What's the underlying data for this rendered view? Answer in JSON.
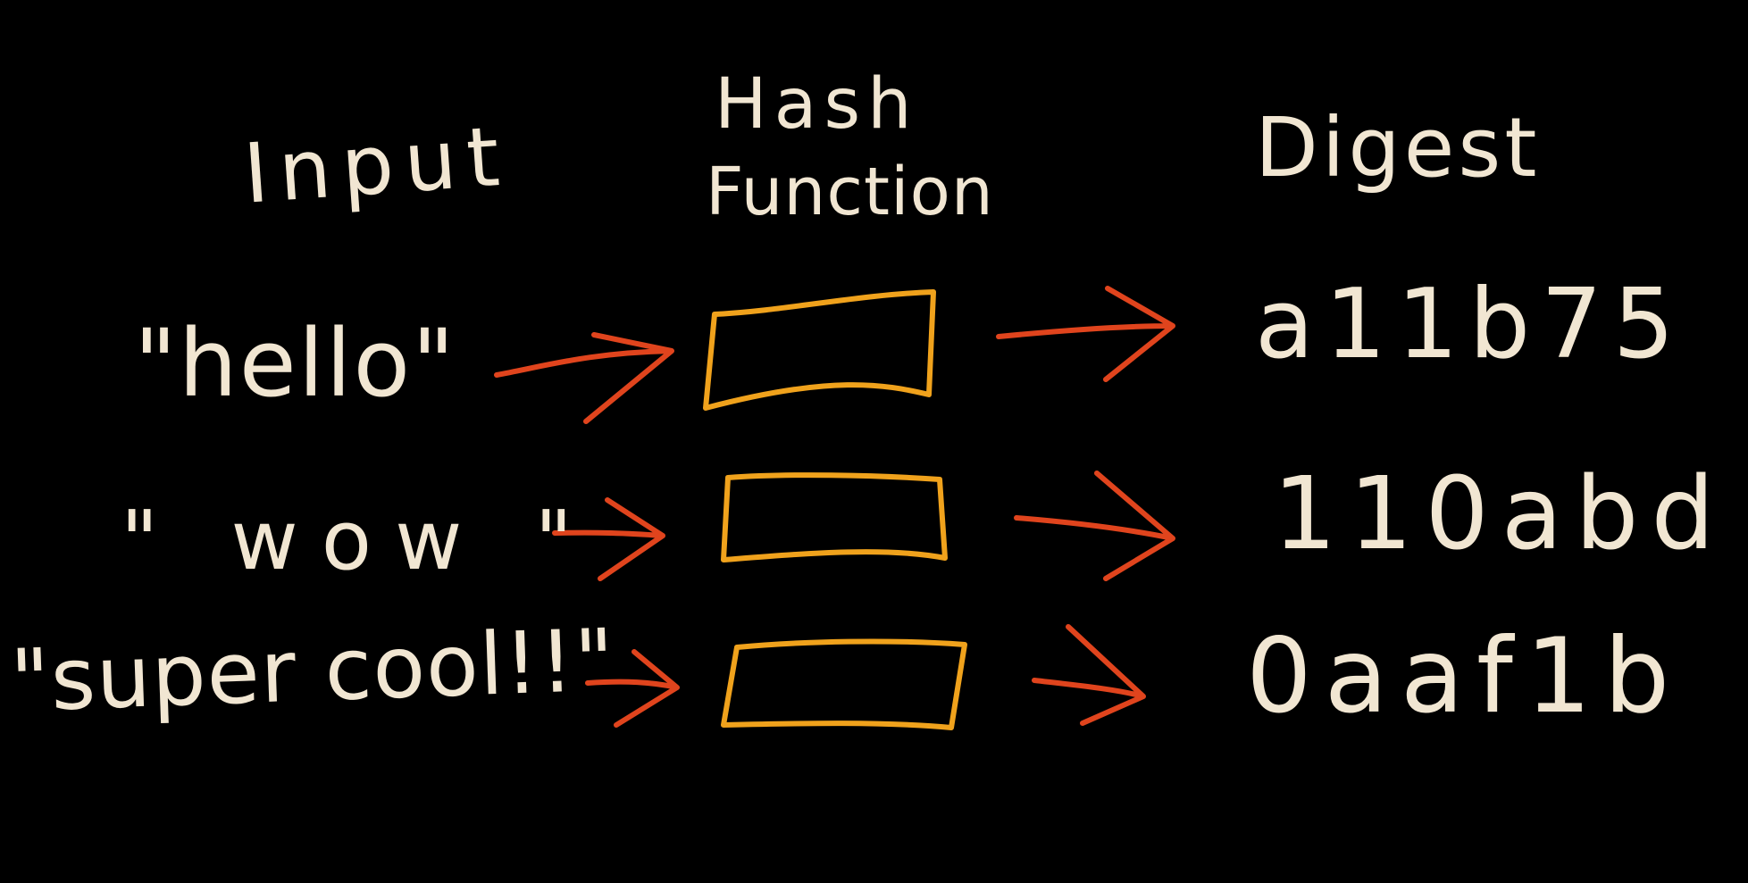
{
  "headers": {
    "input": "Input",
    "hash_line1": "Hash",
    "hash_line2": "Function",
    "digest": "Digest"
  },
  "rows": [
    {
      "input": "\"hello\"",
      "digest": "a11b75"
    },
    {
      "input": "\" wow \"",
      "digest": "110abd"
    },
    {
      "input": "\"super cool!!\"",
      "digest": "0aaf1b"
    }
  ],
  "colors": {
    "background": "#000000",
    "text": "#f1e6d2",
    "arrow": "#e0441d",
    "box": "#f0a21c"
  }
}
